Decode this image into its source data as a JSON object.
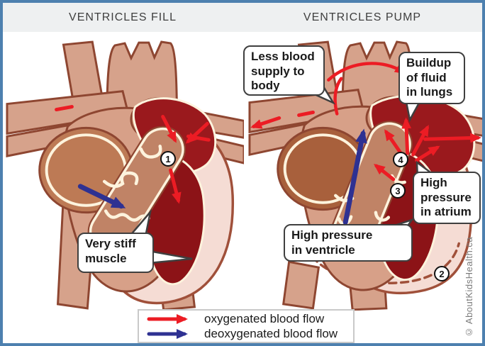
{
  "titles": {
    "left": "VENTRICLES FILL",
    "right": "VENTRICLES PUMP"
  },
  "callouts": {
    "less_blood": "Less blood\nsupply to\nbody",
    "buildup": "Buildup\nof fluid\nin lungs",
    "high_atrium": "High\npressure\nin atrium",
    "high_ventricle": "High pressure\nin ventricle",
    "stiff_muscle": "Very stiff\nmuscle"
  },
  "badges": {
    "b1": "1",
    "b2": "2",
    "b3": "3",
    "b4": "4"
  },
  "legend": {
    "items": [
      {
        "label": "oxygenated blood flow",
        "color": "#ec1c24"
      },
      {
        "label": "deoxygenated blood flow",
        "color": "#2e3192"
      }
    ]
  },
  "watermark": {
    "text": "© AboutKidsHealth.ca"
  },
  "colors": {
    "border": "#4d80af",
    "header_bg": "#eef0f1",
    "title": "#3f3f3f",
    "red": "#ec1c24",
    "blue": "#2e3192",
    "dark_red": "#9a191d",
    "pink": "#f5dcd4",
    "vessel": "#d6a28b",
    "callout_border": "#3f3f3f",
    "text": "#1a1a1a",
    "watermark": "#7b7b7b"
  }
}
